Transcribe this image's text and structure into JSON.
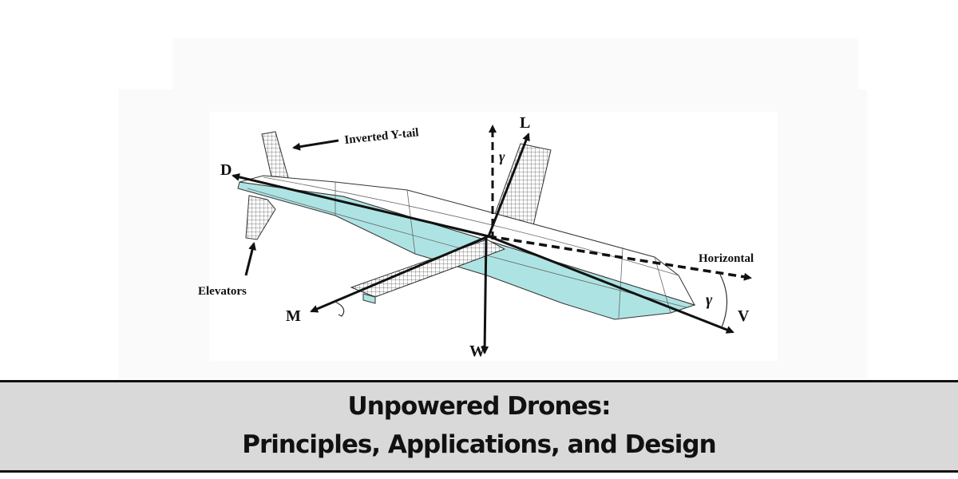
{
  "diagram": {
    "labels": {
      "drag": "D",
      "lift": "L",
      "weight": "W",
      "moment": "M",
      "velocity": "V",
      "gamma_top": "γ",
      "gamma_right": "γ",
      "horizontal": "Horizontal",
      "inverted_y_tail": "Inverted Y-tail",
      "elevators": "Elevators"
    },
    "colors": {
      "body_fill": "#aee3e3",
      "lines": "#111111"
    }
  },
  "banner": {
    "title_line1": "Unpowered Drones:",
    "title_line2": "Principles, Applications, and Design"
  }
}
